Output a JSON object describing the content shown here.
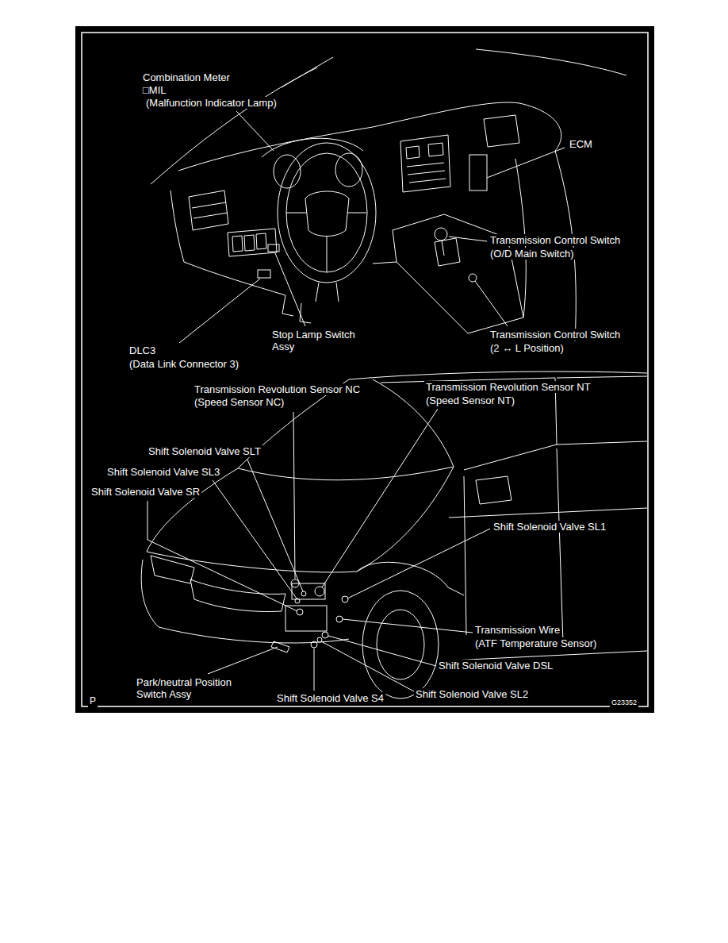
{
  "diagram": {
    "labels": [
      "Combination Meter",
      "□MIL",
      "(Malfunction Indicator Lamp)",
      "ECM",
      "Transmission Control Switch",
      "(O/D Main Switch)",
      "Stop Lamp Switch Assy",
      "DLC3",
      "(Data Link Connector 3)",
      "Transmission Control Switch",
      "(2 ↔ L Position)",
      "Transmission Revolution Sensor NC",
      "(Speed Sensor NC)",
      "Transmission Revolution Sensor NT",
      "(Speed Sensor NT)",
      "Shift Solenoid Valve SLT",
      "Shift Solenoid Valve SL3",
      "Shift Solenoid Valve SR",
      "Shift Solenoid Valve SL1",
      "Transmission Wire",
      "(ATF Temperature Sensor)",
      "Shift Solenoid Valve DSL",
      "Park/neutral Position Switch Assy",
      "Shift Solenoid Valve S4",
      "Shift Solenoid Valve SL2",
      "P",
      "G23352"
    ]
  }
}
